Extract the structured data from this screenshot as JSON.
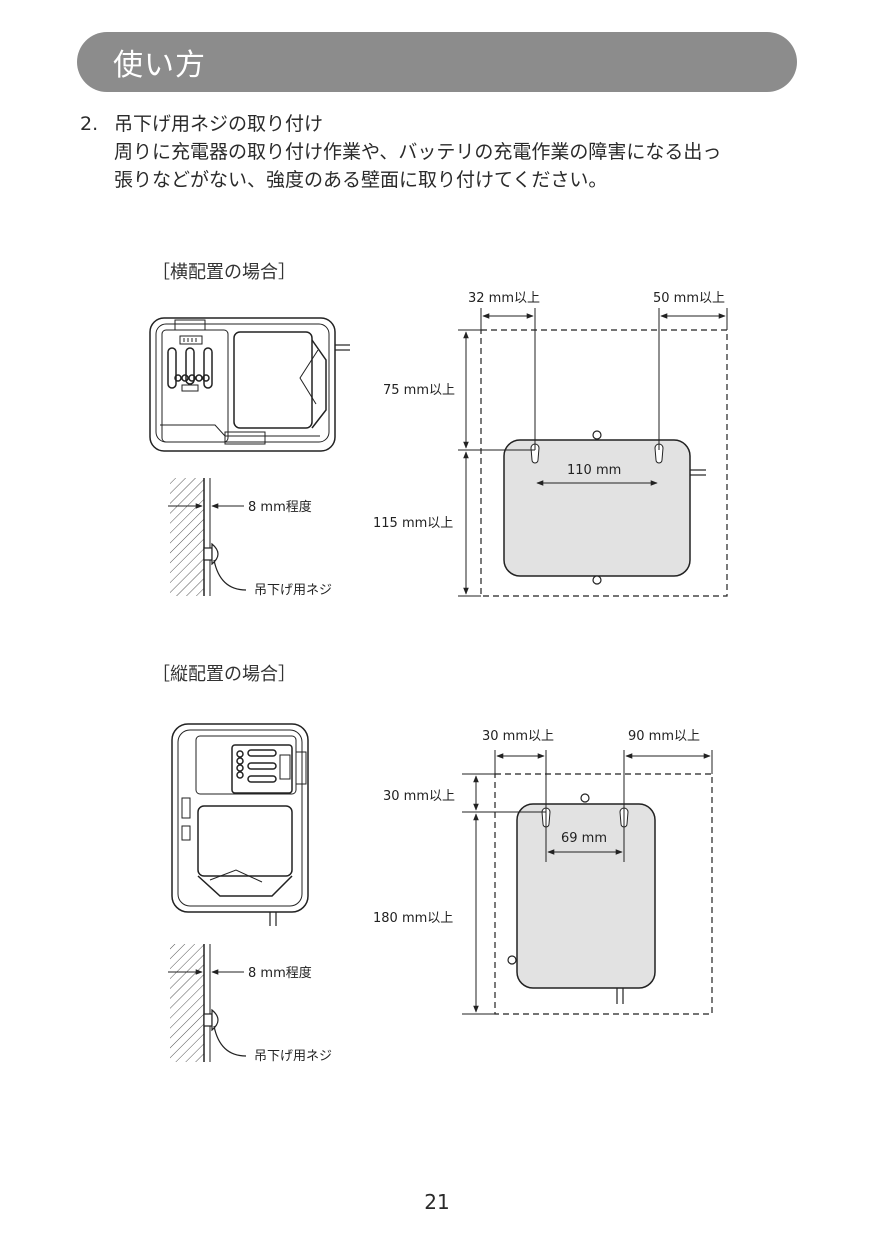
{
  "header": {
    "title": "使い方"
  },
  "step": {
    "number": "2.",
    "title": "吊下げ用ネジの取り付け",
    "line1": "周りに充電器の取り付け作業や、バッテリの充電作業の障害になる出っ",
    "line2": "張りなどがない、強度のある壁面に取り付けてください。"
  },
  "horizontal": {
    "label": "［横配置の場合］",
    "left_margin": "32 mm以上",
    "right_margin": "50 mm以上",
    "top_margin": "75 mm以上",
    "height": "115 mm以上",
    "hole_pitch": "110 mm",
    "wall_gap": "8 mm程度",
    "screw_label": "吊下げ用ネジ"
  },
  "vertical": {
    "label": "［縦配置の場合］",
    "left_margin": "30 mm以上",
    "right_margin": "90 mm以上",
    "top_margin": "30 mm以上",
    "height": "180 mm以上",
    "hole_pitch": "69 mm",
    "wall_gap": "8 mm程度",
    "screw_label": "吊下げ用ネジ"
  },
  "page_number": "21"
}
